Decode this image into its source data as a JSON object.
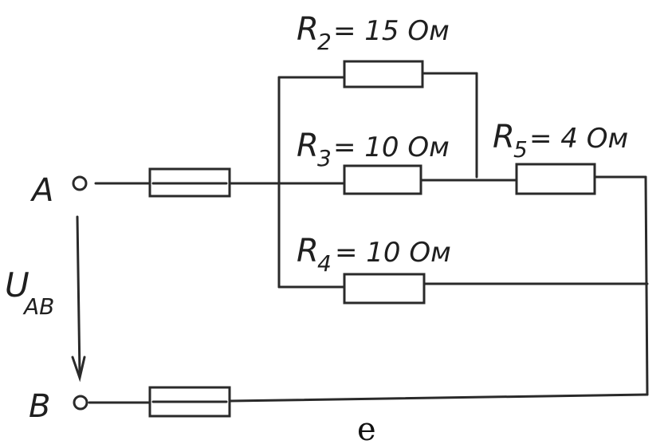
{
  "nodes": {
    "a": "A",
    "b": "B"
  },
  "voltage": {
    "symbol": "U",
    "subscript": "AB"
  },
  "resistors": {
    "r2": {
      "name": "R",
      "index": "2",
      "value": "= 15 Ом"
    },
    "r3": {
      "name": "R",
      "index": "3",
      "value": "= 10 Ом"
    },
    "r4": {
      "name": "R",
      "index": "4",
      "value": "= 10 Ом"
    },
    "r5": {
      "name": "R",
      "index": "5",
      "value": "= 4 Ом"
    }
  },
  "caption": "e"
}
